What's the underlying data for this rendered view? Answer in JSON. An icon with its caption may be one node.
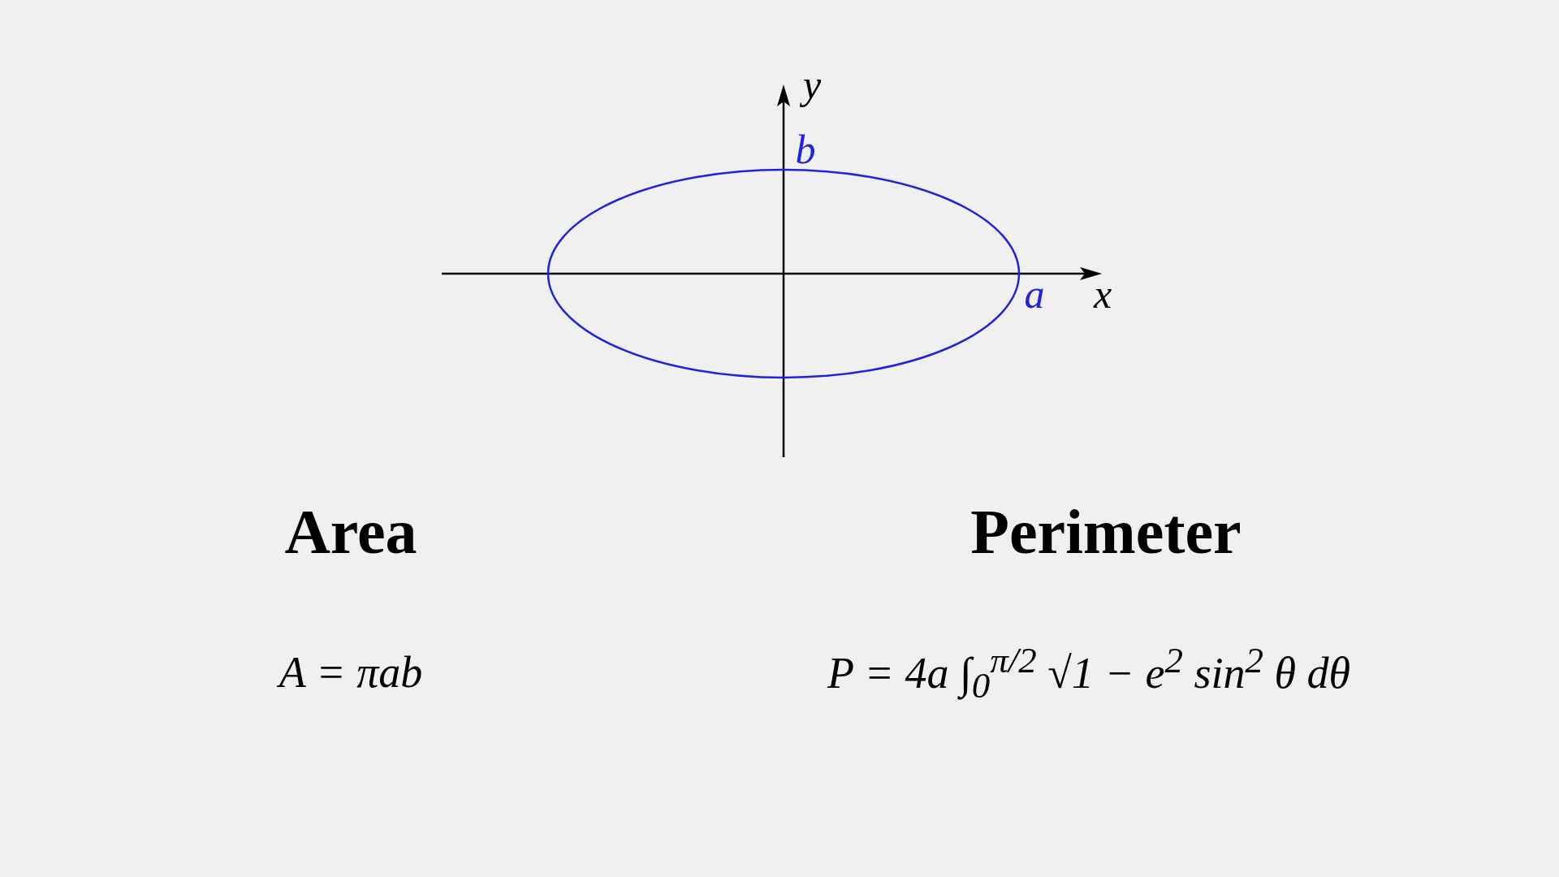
{
  "diagram": {
    "labels": [
      "y",
      "b",
      "a",
      "x",
      "Area",
      "Perimeter",
      "A = πab",
      "P = 4a ∫$_{0}$$^{π/2}$ √1 − e$^{2}$ sin$^{2}$ θ dθ"
    ]
  }
}
